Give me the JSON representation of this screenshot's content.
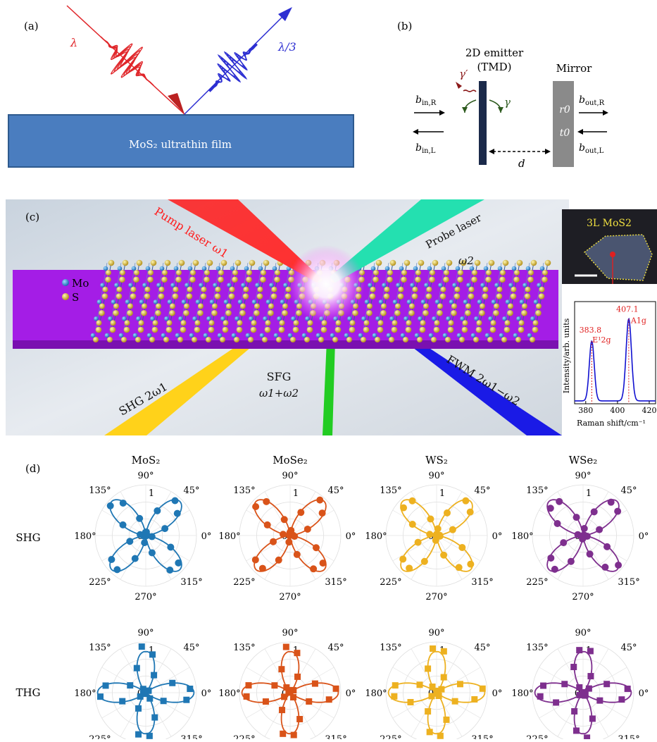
{
  "panel_a": {
    "label": "(a)",
    "wavelength_in": "λ",
    "wavelength_out": "λ/3",
    "film_label": "MoS₂ ultrathin film",
    "colors": {
      "pump": "#e0262a",
      "signal": "#2d2fd2",
      "film": "#4a7dbf"
    }
  },
  "panel_b": {
    "label": "(b)",
    "emitter_title_line1": "2D emitter",
    "emitter_title_line2": "(TMD)",
    "mirror_title": "Mirror",
    "gamma_prime": "γ′",
    "gamma": "γ",
    "b_in_R": "bin,R",
    "b_in_L": "bin,L",
    "b_out_R": "bout,R",
    "b_out_L": "bout,L",
    "r0": "r0",
    "t0": "t0",
    "distance": "d"
  },
  "panel_c": {
    "label": "(c)",
    "pump_label": "Pump laser ω1",
    "probe_label_line1": "Probe laser",
    "probe_label_line2": "ω2",
    "legend_mo": "Mo",
    "legend_s": "S",
    "shg_label": "SHG 2ω1",
    "sfg_label_line1": "SFG",
    "sfg_label_line2": "ω1+ω2",
    "fwm_label": "FWM 2ω1−ω2",
    "inset_label": "3L MoS2",
    "colors": {
      "substrate": "#a41de6",
      "pump": "#ff1a1a",
      "probe": "#24e0b0",
      "shg": "#ffd21a",
      "sfg": "#22cc22",
      "fwm": "#1a1ae6"
    }
  },
  "raman": {
    "ylabel": "Intensity/arb. units",
    "xlabel": "Raman shift/cm⁻¹",
    "x_ticks": [
      "380",
      "400",
      "420"
    ],
    "peak1_value": "383.8",
    "peak1_label": "E¹2g",
    "peak2_value": "407.1",
    "peak2_label": "A1g",
    "peaks": [
      {
        "center": 383.8,
        "height": 0.62,
        "width": 2.2
      },
      {
        "center": 407.1,
        "height": 0.85,
        "width": 2.4
      }
    ],
    "xlim": [
      373,
      424
    ]
  },
  "panel_d": {
    "label": "(d)",
    "row_labels": [
      "SHG",
      "THG"
    ],
    "materials": [
      {
        "name": "MoS₂",
        "color": "#1f77b4"
      },
      {
        "name": "MoSe₂",
        "color": "#d95319"
      },
      {
        "name": "WS₂",
        "color": "#edb120"
      },
      {
        "name": "WSe₂",
        "color": "#7e2f8e"
      }
    ],
    "angle_labels": [
      "90°",
      "45°",
      "0°",
      "315°",
      "270°",
      "225°",
      "180°",
      "135°"
    ],
    "radial_labels": [
      "0",
      "1"
    ]
  }
}
